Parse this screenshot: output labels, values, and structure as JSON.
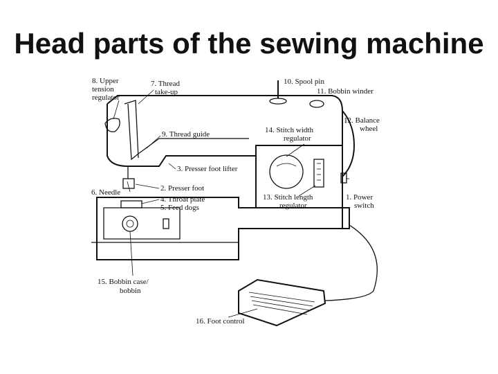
{
  "title": "Head parts of the sewing machine",
  "labels": {
    "upper_tension": [
      "8. Upper",
      "tension",
      "regulator"
    ],
    "thread_takeup": [
      "7. Thread",
      "take-up"
    ],
    "spool_pin": "10. Spool pin",
    "bobbin_winder": "11. Bobbin winder",
    "balance_wheel": [
      "12. Balance",
      "wheel"
    ],
    "thread_guide": "9. Thread guide",
    "stitch_width": [
      "14. Stitch width",
      "regulator"
    ],
    "presser_foot_lifter": "3. Presser foot lifter",
    "needle": "6. Needle",
    "presser_foot": "2. Presser foot",
    "throat_plate": "4. Throat plate",
    "feed_dogs": "5. Feed dogs",
    "stitch_length": [
      "13. Stitch length",
      "regulator"
    ],
    "power_switch": [
      "1. Power",
      "switch"
    ],
    "bobbin_case": [
      "15. Bobbin case/",
      "bobbin"
    ],
    "foot_control": "16. Foot control"
  }
}
